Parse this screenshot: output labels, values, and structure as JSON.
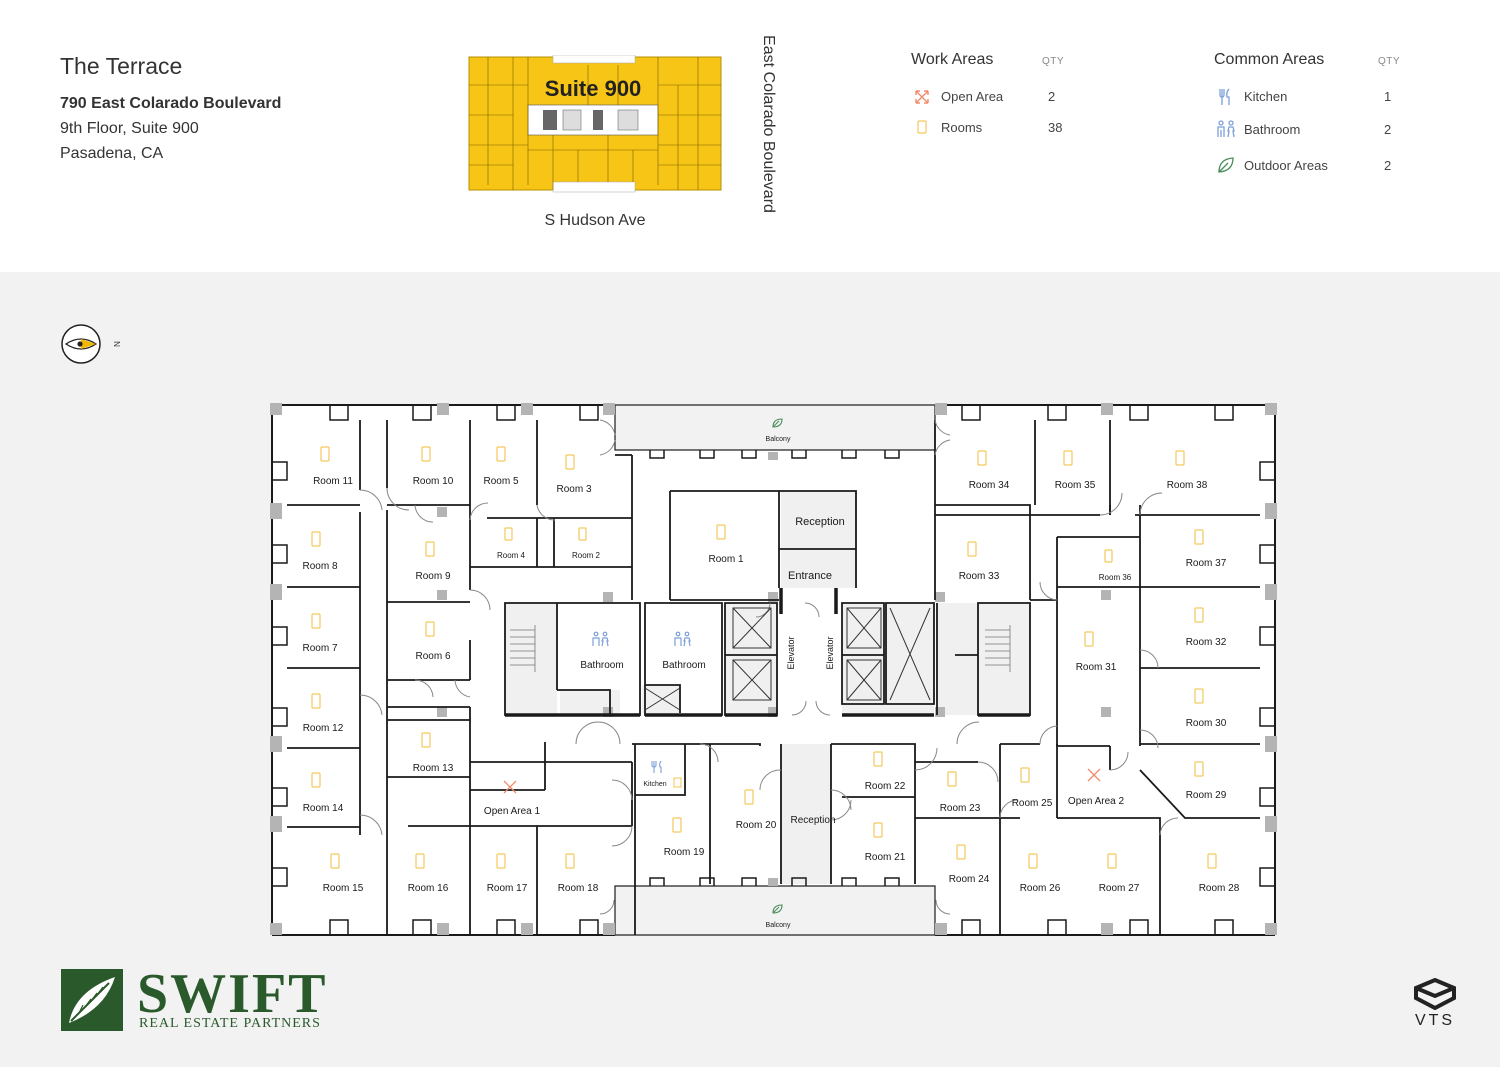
{
  "header": {
    "building": "The Terrace",
    "address": "790 East Colarado Boulevard",
    "floor_suite": "9th Floor, Suite 900",
    "city": "Pasadena, CA"
  },
  "minimap": {
    "suite_label": "Suite 900",
    "street_south": "S Hudson Ave",
    "street_east": "East Colarado Boulevard",
    "highlight_color": "#f7c516"
  },
  "legend": {
    "work": {
      "title": "Work Areas",
      "qty_header": "QTY",
      "items": [
        {
          "label": "Open Area",
          "qty": "2",
          "icon": "open-area-icon"
        },
        {
          "label": "Rooms",
          "qty": "38",
          "icon": "room-icon"
        }
      ]
    },
    "common": {
      "title": "Common Areas",
      "qty_header": "QTY",
      "items": [
        {
          "label": "Kitchen",
          "qty": "1",
          "icon": "kitchen-icon"
        },
        {
          "label": "Bathroom",
          "qty": "2",
          "icon": "bathroom-icon"
        },
        {
          "label": "Outdoor Areas",
          "qty": "2",
          "icon": "leaf-icon"
        }
      ]
    }
  },
  "compass": {
    "label": "N"
  },
  "plan": {
    "balcony_label": "Balcony",
    "elevator_label": "Elevator",
    "rooms": {
      "r1": "Room 1",
      "r2": "Room 2",
      "r3": "Room 3",
      "r4": "Room 4",
      "r5": "Room 5",
      "r6": "Room 6",
      "r7": "Room 7",
      "r8": "Room 8",
      "r9": "Room 9",
      "r10": "Room 10",
      "r11": "Room 11",
      "r12": "Room 12",
      "r13": "Room 13",
      "r14": "Room 14",
      "r15": "Room 15",
      "r16": "Room 16",
      "r17": "Room 17",
      "r18": "Room 18",
      "r19": "Room 19",
      "r20": "Room 20",
      "r21": "Room 21",
      "r22": "Room 22",
      "r23": "Room 23",
      "r24": "Room 24",
      "r25": "Room 25",
      "r26": "Room 26",
      "r27": "Room 27",
      "r28": "Room 28",
      "r29": "Room 29",
      "r30": "Room 30",
      "r31": "Room 31",
      "r32": "Room 32",
      "r33": "Room 33",
      "r34": "Room 34",
      "r35": "Room 35",
      "r36": "Room 36",
      "r37": "Room 37",
      "r38": "Room 38"
    },
    "common": {
      "reception": "Reception",
      "entrance": "Entrance",
      "bathroom": "Bathroom",
      "kitchen": "Kitchen",
      "open_area_1": "Open Area 1",
      "open_area_2": "Open Area 2"
    }
  },
  "branding": {
    "company": "SWIFT",
    "company_sub": "REAL ESTATE PARTNERS",
    "platform": "VTS"
  },
  "colors": {
    "room_icon": "#f4c95d",
    "open_area_icon": "#f08b6c",
    "common_icon": "#7da0d8",
    "leaf_icon": "#4a8c5a",
    "wall": "#1a1a1a",
    "column": "#b4b4b4"
  }
}
